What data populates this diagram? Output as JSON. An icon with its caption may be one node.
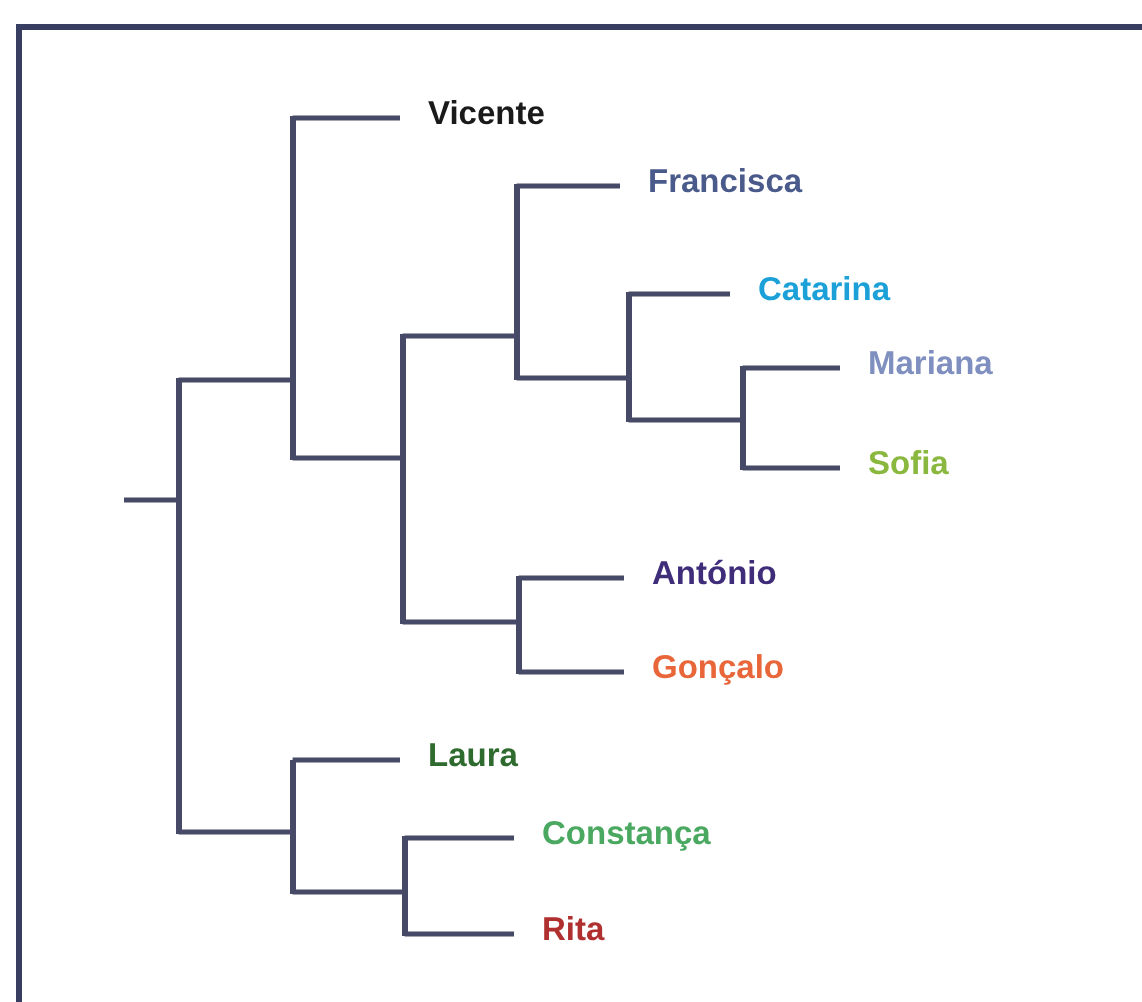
{
  "diagram": {
    "nodes": [
      {
        "text": [
          "Vicente"
        ]
      },
      {
        "text": [
          "Francisca"
        ]
      },
      {
        "text": [
          "Catarina"
        ]
      },
      {
        "text": [
          "Mariana"
        ]
      },
      {
        "text": [
          "Sofia"
        ]
      },
      {
        "text": [
          "António"
        ]
      },
      {
        "text": [
          "Gonçalo"
        ]
      },
      {
        "text": [
          "Laura"
        ]
      },
      {
        "text": [
          "Constança"
        ]
      },
      {
        "text": [
          "Rita"
        ]
      },
      {
        "text": [],
        "shape": "bar"
      },
      {
        "text": [],
        "shape": "bar"
      },
      {
        "text": [],
        "shape": "bar"
      },
      {
        "text": [],
        "shape": "bar"
      },
      {
        "text": [],
        "shape": "bar"
      },
      {
        "text": [],
        "shape": "bar"
      },
      {
        "text": [],
        "shape": "bar"
      },
      {
        "text": [],
        "shape": "bar"
      },
      {
        "text": [],
        "shape": "bar"
      }
    ],
    "edges": [
      {
        "from": null,
        "to": 10,
        "arrow": "none"
      },
      {
        "from": 10,
        "to": 11,
        "arrow": "none"
      },
      {
        "from": 10,
        "to": 12,
        "arrow": "none"
      },
      {
        "from": 11,
        "to": 0,
        "arrow": "none"
      },
      {
        "from": 11,
        "to": 13,
        "arrow": "none"
      },
      {
        "from": 13,
        "to": 15,
        "arrow": "none"
      },
      {
        "from": 13,
        "to": 16,
        "arrow": "none"
      },
      {
        "from": 15,
        "to": 1,
        "arrow": "none"
      },
      {
        "from": 15,
        "to": 17,
        "arrow": "none"
      },
      {
        "from": 17,
        "to": 2,
        "arrow": "none"
      },
      {
        "from": 17,
        "to": 18,
        "arrow": "none"
      },
      {
        "from": 18,
        "to": 3,
        "arrow": "none"
      },
      {
        "from": 18,
        "to": 4,
        "arrow": "none"
      },
      {
        "from": 16,
        "to": 5,
        "arrow": "none"
      },
      {
        "from": 16,
        "to": 6,
        "arrow": "none"
      },
      {
        "from": 12,
        "to": 7,
        "arrow": "none"
      },
      {
        "from": 12,
        "to": 14,
        "arrow": "none"
      },
      {
        "from": 14,
        "to": 8,
        "arrow": "none"
      },
      {
        "from": 14,
        "to": 9,
        "arrow": "none"
      }
    ]
  }
}
